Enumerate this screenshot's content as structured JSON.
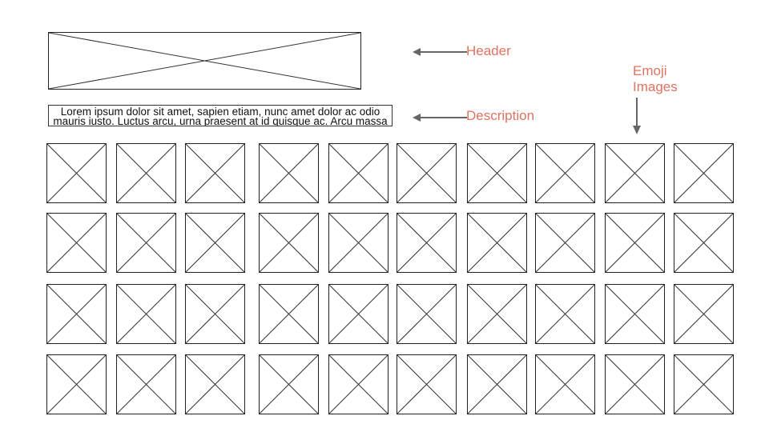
{
  "description": {
    "line1": "Lorem ipsum dolor sit amet, sapien etiam, nunc amet dolor ac odio",
    "line2": "mauris iusto. Luctus arcu, urna praesent at id quisque ac. Arcu massa"
  },
  "annotations": {
    "header": "Header",
    "description": "Description",
    "emoji_line1": "Emoji",
    "emoji_line2": "Images"
  },
  "grid": {
    "rows": 4,
    "columns": 10
  },
  "colors": {
    "annotation": "#e0735f",
    "arrow": "#666666",
    "outline": "#222222"
  }
}
